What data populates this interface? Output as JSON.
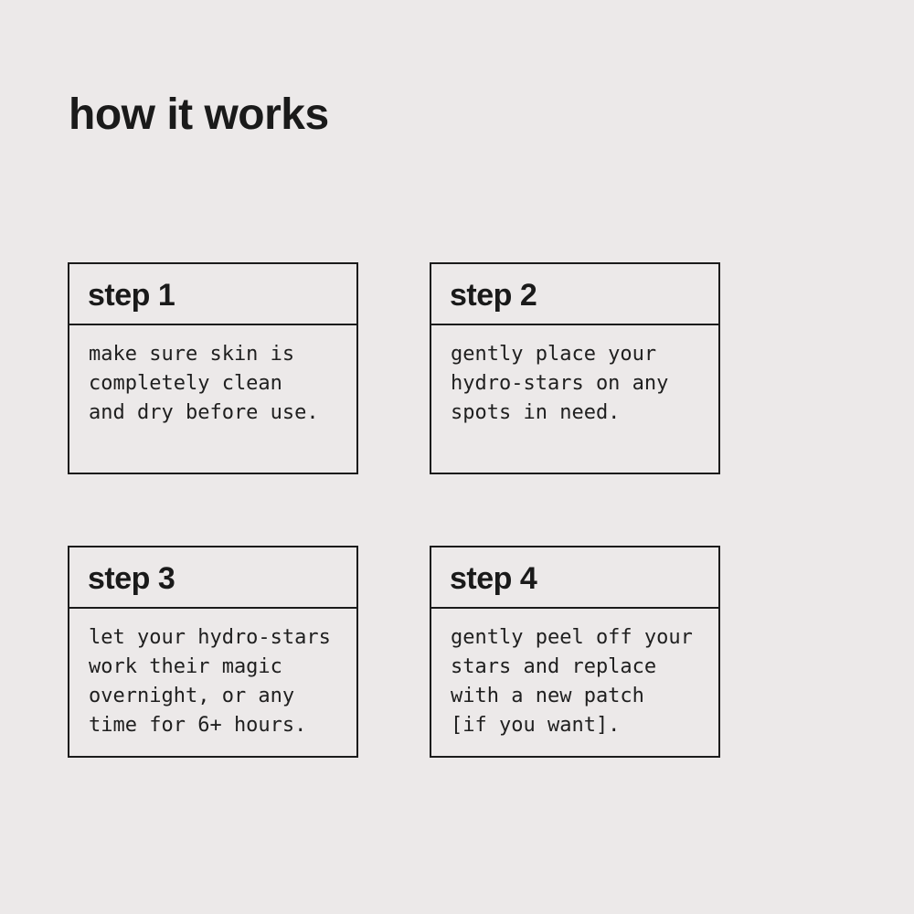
{
  "page": {
    "title": "how it works",
    "background_color": "#ECE9E9",
    "border_color": "#1B1B1B",
    "text_color": "#1A1A1A"
  },
  "steps": [
    {
      "label": "step 1",
      "body": "make sure skin is\ncompletely clean\nand dry before use."
    },
    {
      "label": "step 2",
      "body": "gently place your\nhydro-stars on any\nspots in need."
    },
    {
      "label": "step 3",
      "body": "let your hydro-stars\nwork their magic\novernight, or any\ntime for 6+ hours."
    },
    {
      "label": "step 4",
      "body": "gently peel off your\nstars and replace\nwith a new patch\n[if you want]."
    }
  ]
}
